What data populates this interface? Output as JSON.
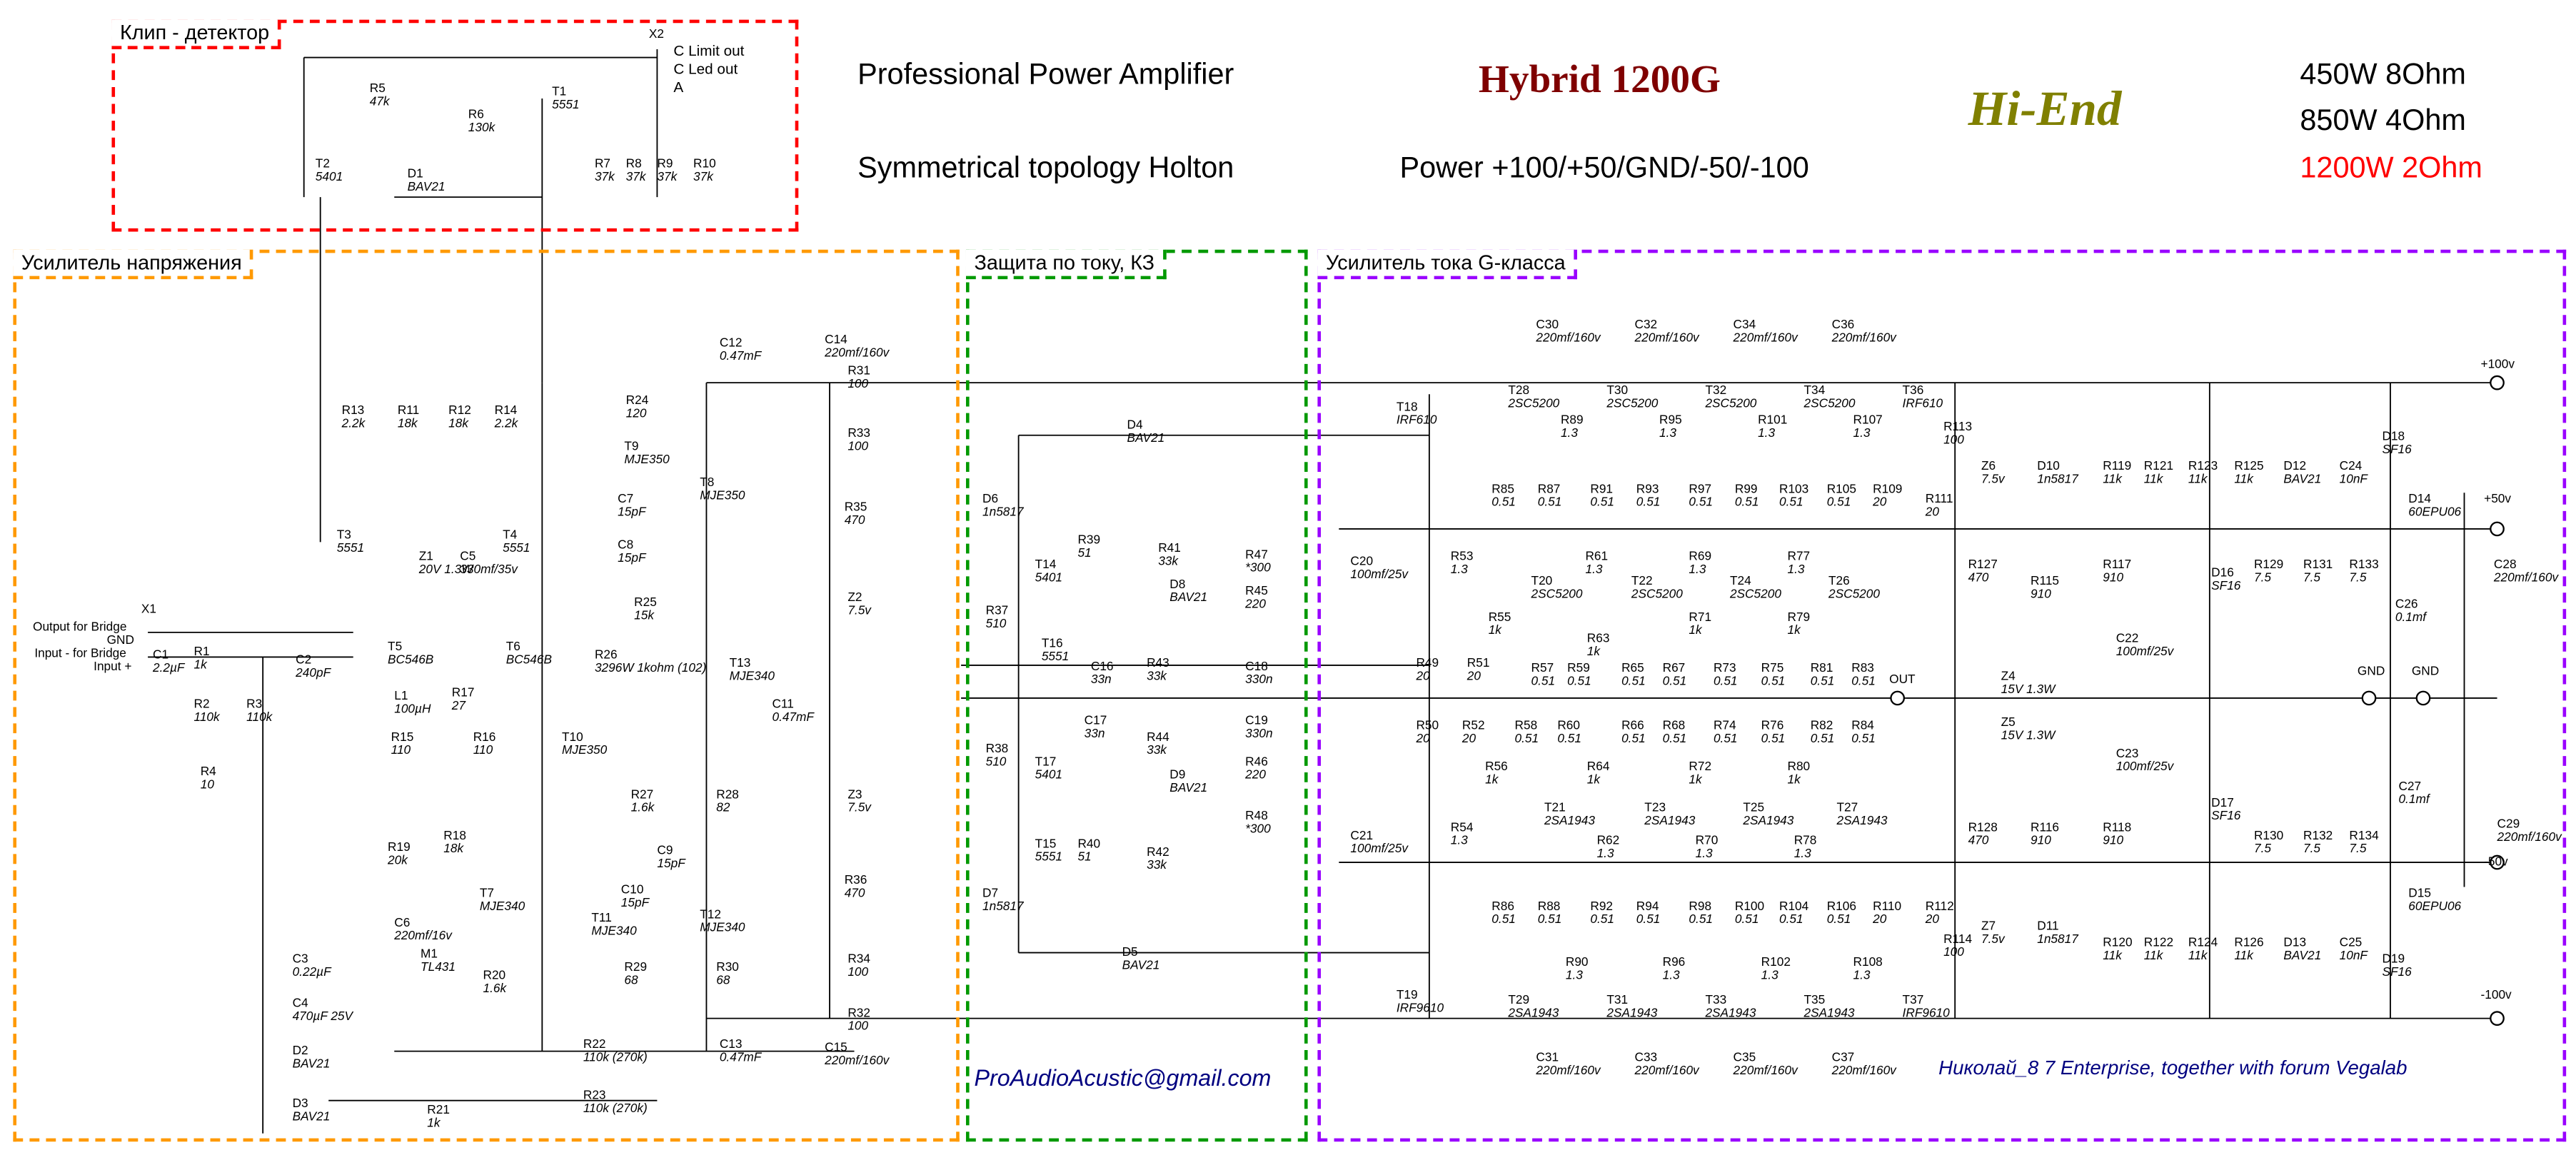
{
  "header": {
    "line1": "Professional Power Amplifier",
    "line2": "Symmetrical topology Holton",
    "model": "Hybrid 1200G",
    "power_rails": "Power +100/+50/GND/-50/-100",
    "hiend": "Hi-End",
    "rating_8ohm": "450W 8Ohm",
    "rating_4ohm": "850W 4Ohm",
    "rating_2ohm": "1200W 2Ohm"
  },
  "sections": {
    "clip": "Клип - детектор",
    "voltage_amp": "Усилитель напряжения",
    "protection": "Защита по току, КЗ",
    "current_amp": "Усилитель тока G-класса"
  },
  "connectors": {
    "x1": {
      "ref": "X1",
      "pins": [
        "Output for Bridge",
        "GND",
        "Input - for Bridge",
        "Input +"
      ]
    },
    "x2": {
      "ref": "X2",
      "pins": [
        "C Limit out",
        "C Led out",
        "A"
      ]
    }
  },
  "rails": [
    "+100v",
    "+50v",
    "-50v",
    "-100v"
  ],
  "out_label": "OUT",
  "gnd_labels": [
    "GND",
    "GND"
  ],
  "email": "ProAudioAcustic@gmail.com",
  "author": "Николай_8 7 Enterprise, together with forum Vegalab",
  "colors": {
    "clip": "#ff0000",
    "voltage_amp": "#ff9900",
    "protection": "#009900",
    "current_amp": "#9900ff",
    "model": "#7f0000",
    "hiend": "#808000",
    "rating_2ohm": "#ff0000",
    "signature": "#000080"
  },
  "components": [
    {
      "ref": "R5",
      "value": "47k"
    },
    {
      "ref": "R6",
      "value": "130k"
    },
    {
      "ref": "T1",
      "value": "5551"
    },
    {
      "ref": "T2",
      "value": "5401"
    },
    {
      "ref": "D1",
      "value": "BAV21"
    },
    {
      "ref": "R7",
      "value": "37k"
    },
    {
      "ref": "R8",
      "value": "37k"
    },
    {
      "ref": "R9",
      "value": "37k"
    },
    {
      "ref": "R10",
      "value": "37k"
    },
    {
      "ref": "R13",
      "value": "2.2k"
    },
    {
      "ref": "R11",
      "value": "18k"
    },
    {
      "ref": "R12",
      "value": "18k"
    },
    {
      "ref": "R14",
      "value": "2.2k"
    },
    {
      "ref": "R24",
      "value": "120"
    },
    {
      "ref": "C12",
      "value": "0.47mF"
    },
    {
      "ref": "C14",
      "value": "220mf/160v"
    },
    {
      "ref": "R31",
      "value": "100"
    },
    {
      "ref": "R33",
      "value": "100"
    },
    {
      "ref": "T9",
      "value": "MJE350"
    },
    {
      "ref": "T8",
      "value": "MJE350"
    },
    {
      "ref": "C7",
      "value": "15pF"
    },
    {
      "ref": "C8",
      "value": "15pF"
    },
    {
      "ref": "T3",
      "value": "5551"
    },
    {
      "ref": "T4",
      "value": "5551"
    },
    {
      "ref": "Z1",
      "value": "20V 1.3W"
    },
    {
      "ref": "C5",
      "value": "330mf/35v"
    },
    {
      "ref": "R35",
      "value": "470"
    },
    {
      "ref": "Z2",
      "value": "7.5v"
    },
    {
      "ref": "R25",
      "value": "15k"
    },
    {
      "ref": "T5",
      "value": "BC546B"
    },
    {
      "ref": "T6",
      "value": "BC546B"
    },
    {
      "ref": "R26",
      "value": "3296W 1kohm (102)"
    },
    {
      "ref": "T13",
      "value": "MJE340"
    },
    {
      "ref": "C11",
      "value": "0.47mF"
    },
    {
      "ref": "C1",
      "value": "2.2µF"
    },
    {
      "ref": "R1",
      "value": "1k"
    },
    {
      "ref": "R2",
      "value": "110k"
    },
    {
      "ref": "R3",
      "value": "110k"
    },
    {
      "ref": "C2",
      "value": "240pF"
    },
    {
      "ref": "L1",
      "value": "100µH"
    },
    {
      "ref": "R17",
      "value": "27"
    },
    {
      "ref": "R15",
      "value": "110"
    },
    {
      "ref": "R16",
      "value": "110"
    },
    {
      "ref": "R4",
      "value": "10"
    },
    {
      "ref": "T10",
      "value": "MJE350"
    },
    {
      "ref": "R27",
      "value": "1.6k"
    },
    {
      "ref": "R28",
      "value": "82"
    },
    {
      "ref": "Z3",
      "value": "7.5v"
    },
    {
      "ref": "R19",
      "value": "20k"
    },
    {
      "ref": "R18",
      "value": "18k"
    },
    {
      "ref": "T7",
      "value": "MJE340"
    },
    {
      "ref": "C6",
      "value": "220mf/16v"
    },
    {
      "ref": "M1",
      "value": "TL431"
    },
    {
      "ref": "R20",
      "value": "1.6k"
    },
    {
      "ref": "C9",
      "value": "15pF"
    },
    {
      "ref": "C10",
      "value": "15pF"
    },
    {
      "ref": "T11",
      "value": "MJE340"
    },
    {
      "ref": "T12",
      "value": "MJE340"
    },
    {
      "ref": "R36",
      "value": "470"
    },
    {
      "ref": "C3",
      "value": "0.22µF"
    },
    {
      "ref": "C4",
      "value": "470µF 25V"
    },
    {
      "ref": "D2",
      "value": "BAV21"
    },
    {
      "ref": "D3",
      "value": "BAV21"
    },
    {
      "ref": "R29",
      "value": "68"
    },
    {
      "ref": "R30",
      "value": "68"
    },
    {
      "ref": "R34",
      "value": "100"
    },
    {
      "ref": "R32",
      "value": "100"
    },
    {
      "ref": "C13",
      "value": "0.47mF"
    },
    {
      "ref": "C15",
      "value": "220mf/160v"
    },
    {
      "ref": "R22",
      "value": "110k (270k)"
    },
    {
      "ref": "R23",
      "value": "110k (270k)"
    },
    {
      "ref": "R21",
      "value": "1k"
    },
    {
      "ref": "D4",
      "value": "BAV21"
    },
    {
      "ref": "D6",
      "value": "1n5817"
    },
    {
      "ref": "T14",
      "value": "5401"
    },
    {
      "ref": "R39",
      "value": "51"
    },
    {
      "ref": "R41",
      "value": "33k"
    },
    {
      "ref": "R47",
      "value": "*300"
    },
    {
      "ref": "D8",
      "value": "BAV21"
    },
    {
      "ref": "R45",
      "value": "220"
    },
    {
      "ref": "T16",
      "value": "5551"
    },
    {
      "ref": "R37",
      "value": "510"
    },
    {
      "ref": "C16",
      "value": "33n"
    },
    {
      "ref": "R43",
      "value": "33k"
    },
    {
      "ref": "C18",
      "value": "330n"
    },
    {
      "ref": "C17",
      "value": "33n"
    },
    {
      "ref": "R44",
      "value": "33k"
    },
    {
      "ref": "C19",
      "value": "330n"
    },
    {
      "ref": "R38",
      "value": "510"
    },
    {
      "ref": "T17",
      "value": "5401"
    },
    {
      "ref": "D9",
      "value": "BAV21"
    },
    {
      "ref": "R46",
      "value": "220"
    },
    {
      "ref": "R48",
      "value": "*300"
    },
    {
      "ref": "T15",
      "value": "5551"
    },
    {
      "ref": "R40",
      "value": "51"
    },
    {
      "ref": "R42",
      "value": "33k"
    },
    {
      "ref": "D7",
      "value": "1n5817"
    },
    {
      "ref": "D5",
      "value": "BAV21"
    },
    {
      "ref": "C30",
      "value": "220mf/160v"
    },
    {
      "ref": "C32",
      "value": "220mf/160v"
    },
    {
      "ref": "C34",
      "value": "220mf/160v"
    },
    {
      "ref": "C36",
      "value": "220mf/160v"
    },
    {
      "ref": "T28",
      "value": "2SC5200"
    },
    {
      "ref": "T30",
      "value": "2SC5200"
    },
    {
      "ref": "T32",
      "value": "2SC5200"
    },
    {
      "ref": "T34",
      "value": "2SC5200"
    },
    {
      "ref": "T36",
      "value": "IRF610"
    },
    {
      "ref": "R89",
      "value": "1.3"
    },
    {
      "ref": "R95",
      "value": "1.3"
    },
    {
      "ref": "R101",
      "value": "1.3"
    },
    {
      "ref": "R107",
      "value": "1.3"
    },
    {
      "ref": "R113",
      "value": "100"
    },
    {
      "ref": "T18",
      "value": "IRF610"
    },
    {
      "ref": "R85",
      "value": "0.51"
    },
    {
      "ref": "R87",
      "value": "0.51"
    },
    {
      "ref": "R91",
      "value": "0.51"
    },
    {
      "ref": "R93",
      "value": "0.51"
    },
    {
      "ref": "R97",
      "value": "0.51"
    },
    {
      "ref": "R99",
      "value": "0.51"
    },
    {
      "ref": "R103",
      "value": "0.51"
    },
    {
      "ref": "R105",
      "value": "0.51"
    },
    {
      "ref": "R109",
      "value": "20"
    },
    {
      "ref": "R111",
      "value": "20"
    },
    {
      "ref": "Z6",
      "value": "7.5v"
    },
    {
      "ref": "D10",
      "value": "1n5817"
    },
    {
      "ref": "R119",
      "value": "11k"
    },
    {
      "ref": "R121",
      "value": "11k"
    },
    {
      "ref": "R123",
      "value": "11k"
    },
    {
      "ref": "R125",
      "value": "11k"
    },
    {
      "ref": "D12",
      "value": "BAV21"
    },
    {
      "ref": "C24",
      "value": "10nF"
    },
    {
      "ref": "D18",
      "value": "SF16"
    },
    {
      "ref": "D14",
      "value": "60EPU06"
    },
    {
      "ref": "C28",
      "value": "220mf/160v"
    },
    {
      "ref": "C20",
      "value": "100mf/25v"
    },
    {
      "ref": "R53",
      "value": "1.3"
    },
    {
      "ref": "T20",
      "value": "2SC5200"
    },
    {
      "ref": "R61",
      "value": "1.3"
    },
    {
      "ref": "T22",
      "value": "2SC5200"
    },
    {
      "ref": "R69",
      "value": "1.3"
    },
    {
      "ref": "T24",
      "value": "2SC5200"
    },
    {
      "ref": "R77",
      "value": "1.3"
    },
    {
      "ref": "T26",
      "value": "2SC5200"
    },
    {
      "ref": "R127",
      "value": "470"
    },
    {
      "ref": "R115",
      "value": "910"
    },
    {
      "ref": "R117",
      "value": "910"
    },
    {
      "ref": "C22",
      "value": "100mf/25v"
    },
    {
      "ref": "R129",
      "value": "7.5"
    },
    {
      "ref": "R131",
      "value": "7.5"
    },
    {
      "ref": "R133",
      "value": "7.5"
    },
    {
      "ref": "C26",
      "value": "0.1mf"
    },
    {
      "ref": "D16",
      "value": "SF16"
    },
    {
      "ref": "R55",
      "value": "1k"
    },
    {
      "ref": "R63",
      "value": "1k"
    },
    {
      "ref": "R71",
      "value": "1k"
    },
    {
      "ref": "R79",
      "value": "1k"
    },
    {
      "ref": "R49",
      "value": "20"
    },
    {
      "ref": "R51",
      "value": "20"
    },
    {
      "ref": "R57",
      "value": "0.51"
    },
    {
      "ref": "R59",
      "value": "0.51"
    },
    {
      "ref": "R65",
      "value": "0.51"
    },
    {
      "ref": "R67",
      "value": "0.51"
    },
    {
      "ref": "R73",
      "value": "0.51"
    },
    {
      "ref": "R75",
      "value": "0.51"
    },
    {
      "ref": "R81",
      "value": "0.51"
    },
    {
      "ref": "R83",
      "value": "0.51"
    },
    {
      "ref": "Z4",
      "value": "15V 1.3W"
    },
    {
      "ref": "Z5",
      "value": "15V 1.3W"
    },
    {
      "ref": "R50",
      "value": "20"
    },
    {
      "ref": "R52",
      "value": "20"
    },
    {
      "ref": "R58",
      "value": "0.51"
    },
    {
      "ref": "R60",
      "value": "0.51"
    },
    {
      "ref": "R66",
      "value": "0.51"
    },
    {
      "ref": "R68",
      "value": "0.51"
    },
    {
      "ref": "R74",
      "value": "0.51"
    },
    {
      "ref": "R76",
      "value": "0.51"
    },
    {
      "ref": "R82",
      "value": "0.51"
    },
    {
      "ref": "R84",
      "value": "0.51"
    },
    {
      "ref": "C23",
      "value": "100mf/25v"
    },
    {
      "ref": "R56",
      "value": "1k"
    },
    {
      "ref": "R64",
      "value": "1k"
    },
    {
      "ref": "R72",
      "value": "1k"
    },
    {
      "ref": "R80",
      "value": "1k"
    },
    {
      "ref": "D17",
      "value": "SF16"
    },
    {
      "ref": "C27",
      "value": "0.1mf"
    },
    {
      "ref": "C29",
      "value": "220mf/160v"
    },
    {
      "ref": "R54",
      "value": "1.3"
    },
    {
      "ref": "T21",
      "value": "2SA1943"
    },
    {
      "ref": "R62",
      "value": "1.3"
    },
    {
      "ref": "T23",
      "value": "2SA1943"
    },
    {
      "ref": "R70",
      "value": "1.3"
    },
    {
      "ref": "T25",
      "value": "2SA1943"
    },
    {
      "ref": "R78",
      "value": "1.3"
    },
    {
      "ref": "T27",
      "value": "2SA1943"
    },
    {
      "ref": "R128",
      "value": "470"
    },
    {
      "ref": "R116",
      "value": "910"
    },
    {
      "ref": "R118",
      "value": "910"
    },
    {
      "ref": "R130",
      "value": "7.5"
    },
    {
      "ref": "R132",
      "value": "7.5"
    },
    {
      "ref": "R134",
      "value": "7.5"
    },
    {
      "ref": "D15",
      "value": "60EPU06"
    },
    {
      "ref": "C21",
      "value": "100mf/25v"
    },
    {
      "ref": "R86",
      "value": "0.51"
    },
    {
      "ref": "R88",
      "value": "0.51"
    },
    {
      "ref": "R92",
      "value": "0.51"
    },
    {
      "ref": "R94",
      "value": "0.51"
    },
    {
      "ref": "R98",
      "value": "0.51"
    },
    {
      "ref": "R100",
      "value": "0.51"
    },
    {
      "ref": "R104",
      "value": "0.51"
    },
    {
      "ref": "R106",
      "value": "0.51"
    },
    {
      "ref": "R110",
      "value": "20"
    },
    {
      "ref": "R112",
      "value": "20"
    },
    {
      "ref": "Z7",
      "value": "7.5v"
    },
    {
      "ref": "D11",
      "value": "1n5817"
    },
    {
      "ref": "R120",
      "value": "11k"
    },
    {
      "ref": "R122",
      "value": "11k"
    },
    {
      "ref": "R124",
      "value": "11k"
    },
    {
      "ref": "R126",
      "value": "11k"
    },
    {
      "ref": "D13",
      "value": "BAV21"
    },
    {
      "ref": "C25",
      "value": "10nF"
    },
    {
      "ref": "D19",
      "value": "SF16"
    },
    {
      "ref": "T19",
      "value": "IRF9610"
    },
    {
      "ref": "T29",
      "value": "2SA1943"
    },
    {
      "ref": "R90",
      "value": "1.3"
    },
    {
      "ref": "T31",
      "value": "2SA1943"
    },
    {
      "ref": "R96",
      "value": "1.3"
    },
    {
      "ref": "T33",
      "value": "2SA1943"
    },
    {
      "ref": "R102",
      "value": "1.3"
    },
    {
      "ref": "T35",
      "value": "2SA1943"
    },
    {
      "ref": "R108",
      "value": "1.3"
    },
    {
      "ref": "R114",
      "value": "100"
    },
    {
      "ref": "T37",
      "value": "IRF9610"
    },
    {
      "ref": "C31",
      "value": "220mf/160v"
    },
    {
      "ref": "C33",
      "value": "220mf/160v"
    },
    {
      "ref": "C35",
      "value": "220mf/160v"
    },
    {
      "ref": "C37",
      "value": "220mf/160v"
    }
  ]
}
